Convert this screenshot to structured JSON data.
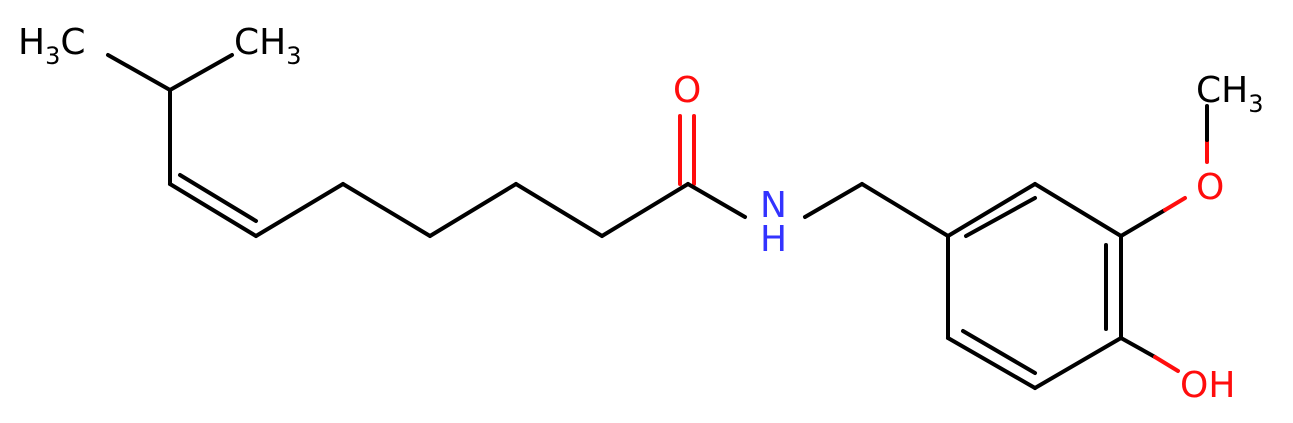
{
  "colors": {
    "carbon": "#000000",
    "nitrogen": "#3333ff",
    "oxygen": "#ff0d0d"
  },
  "labels": {
    "methyl_left": {
      "main": "H",
      "sub": "3",
      "tail": "C"
    },
    "methyl_right": {
      "main": "CH",
      "sub": "3"
    },
    "carbonyl_oxygen": "O",
    "amide_nitrogen": {
      "main": "N",
      "hydrogen": "H"
    },
    "methoxy_oxygen": "O",
    "methoxy_methyl": {
      "main": "CH",
      "sub": "3"
    },
    "hydroxyl": "OH"
  }
}
